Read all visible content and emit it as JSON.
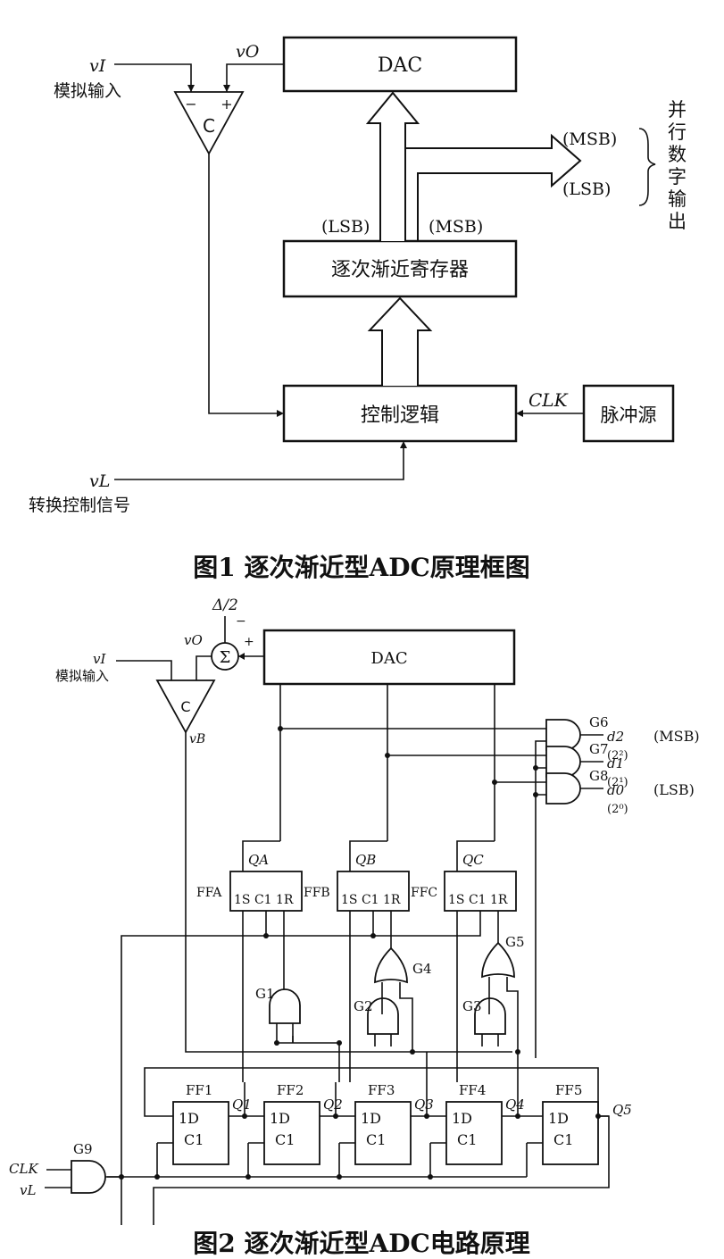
{
  "fig1": {
    "caption": "图1  逐次渐近型ADC原理框图",
    "vi_label": "vI",
    "vi_text": "模拟输入",
    "vo_label": "vO",
    "comparator": "C",
    "minus": "−",
    "plus": "+",
    "dac": "DAC",
    "sar": "逐次渐近寄存器",
    "control": "控制逻辑",
    "pulse": "脉冲源",
    "clk": "CLK",
    "vl_label": "vL",
    "vl_text": "转换控制信号",
    "lsb_left": "(LSB)",
    "msb_left": "(MSB)",
    "out_msb": "(MSB)",
    "out_lsb": "(LSB)",
    "out_chars": [
      "并",
      "行",
      "数",
      "字",
      "输",
      "出"
    ]
  },
  "fig2": {
    "caption": "图2  逐次渐近型ADC电路原理",
    "delta": "Δ/2",
    "sigma": "Σ",
    "dac": "DAC",
    "vi_label": "vI",
    "vi_text": "模拟输入",
    "vo_label": "vO",
    "vb_label": "vB",
    "comparator": "C",
    "flipflops_top": [
      {
        "name": "FFA",
        "q": "QA",
        "pins": "1S C1 1R"
      },
      {
        "name": "FFB",
        "q": "QB",
        "pins": "1S C1 1R"
      },
      {
        "name": "FFC",
        "q": "QC",
        "pins": "1S C1 1R"
      }
    ],
    "and_gates": [
      "G6",
      "G7",
      "G8"
    ],
    "outputs": [
      {
        "d": "d2",
        "w": "(2²)",
        "tag": "(MSB)"
      },
      {
        "d": "d1",
        "w": "(2¹)",
        "tag": ""
      },
      {
        "d": "d0",
        "w": "(2⁰)",
        "tag": "(LSB)"
      }
    ],
    "logic_gates": [
      "G1",
      "G2",
      "G3",
      "G4",
      "G5"
    ],
    "shift_ffs": [
      "FF1",
      "FF2",
      "FF3",
      "FF4",
      "FF5"
    ],
    "shift_q": [
      "Q1",
      "Q2",
      "Q3",
      "Q4",
      "Q5"
    ],
    "d_pin": "1D",
    "c_pin": "C1",
    "g9": "G9",
    "clk": "CLK",
    "vl": "vL"
  }
}
